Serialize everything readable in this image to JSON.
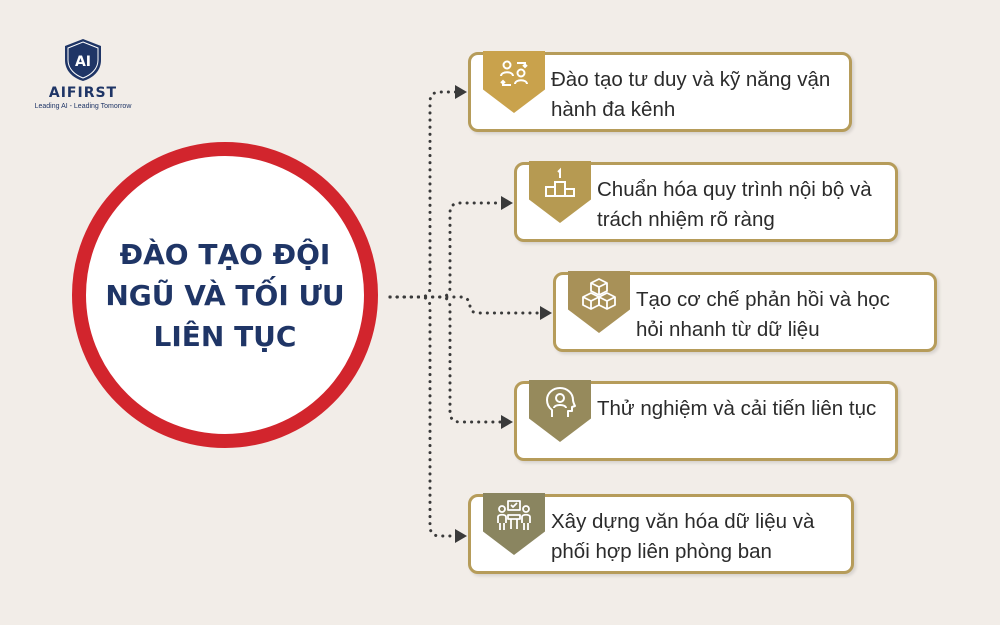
{
  "logo": {
    "mark": "AI",
    "name": "AIFIRST",
    "tagline": "Leading AI - Leading Tomorrow"
  },
  "main": {
    "title": "ĐÀO TẠO ĐỘI NGŨ VÀ TỐI ƯU LIÊN TỤC"
  },
  "colors": {
    "background": "#f2ede8",
    "circle_border": "#d2252d",
    "title": "#1f3566",
    "card_border": "#b69c5a",
    "connector": "#3a3a3a"
  },
  "items": [
    {
      "text": "Đào tạo tư duy và kỹ năng vận hành đa kênh",
      "icon": "people-exchange-icon",
      "badge_color": "#c9a24c"
    },
    {
      "text": "Chuẩn hóa quy trình nội bộ và trách nhiệm rõ ràng",
      "icon": "podium-icon",
      "badge_color": "#b69a52"
    },
    {
      "text": "Tạo cơ chế phản hồi và học hỏi nhanh từ dữ liệu",
      "icon": "cubes-icon",
      "badge_color": "#a89158"
    },
    {
      "text": "Thử nghiệm và cải tiến liên tục",
      "icon": "head-idea-icon",
      "badge_color": "#968a5c"
    },
    {
      "text": "Xây dựng văn hóa dữ liệu và phối hợp liên phòng ban",
      "icon": "team-meeting-icon",
      "badge_color": "#8a8560"
    }
  ]
}
